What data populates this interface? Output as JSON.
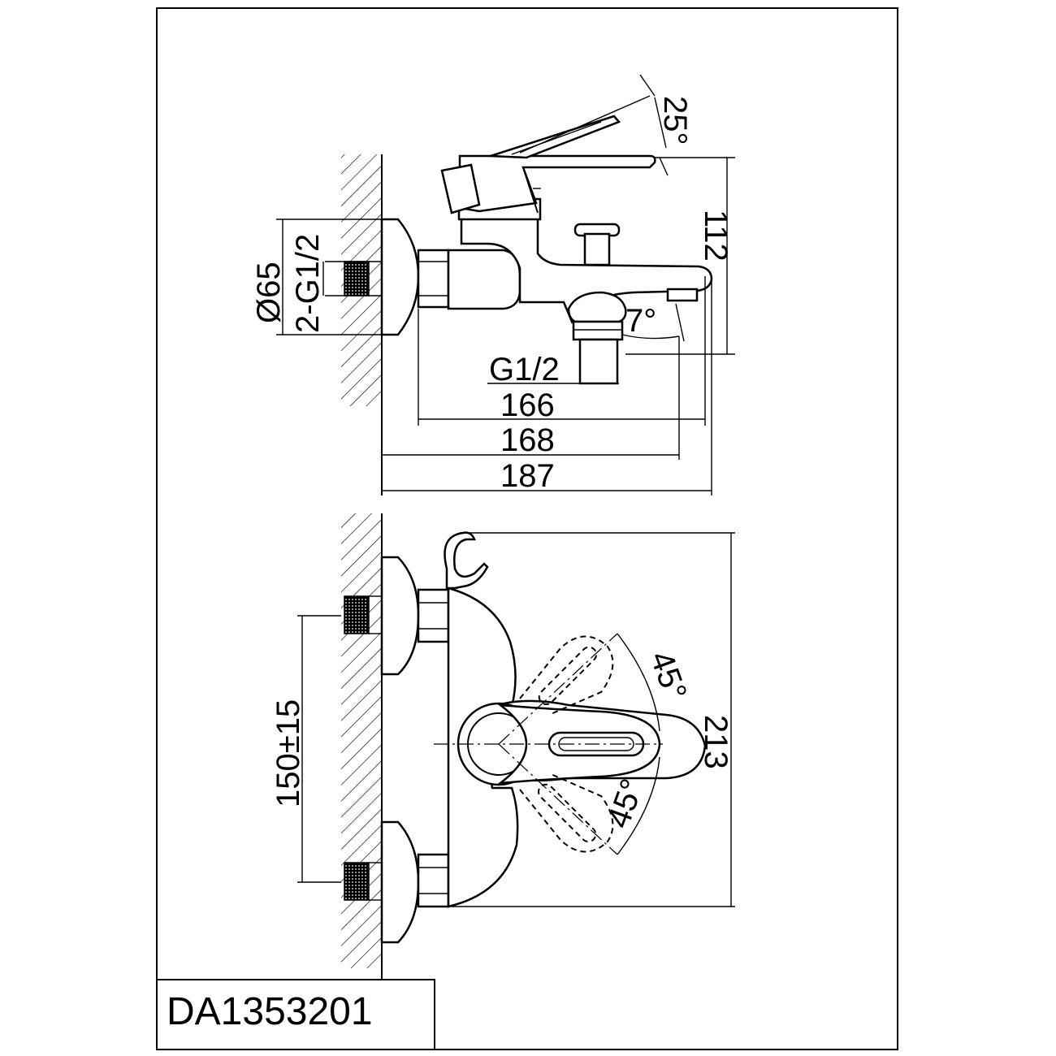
{
  "model_code": "DA1353201",
  "side_view": {
    "dimensions": {
      "handle_angle": "25°",
      "height": "112",
      "flange_diameter": "Ø65",
      "connection_thread": "2-G1/2",
      "spout_angle": "7°",
      "outlet_thread": "G1/2",
      "depth_1": "166",
      "depth_2": "168",
      "depth_total": "187"
    }
  },
  "top_view": {
    "dimensions": {
      "center_distance": "150±15",
      "width": "213",
      "angle_upper": "45°",
      "angle_lower": "45°"
    }
  }
}
